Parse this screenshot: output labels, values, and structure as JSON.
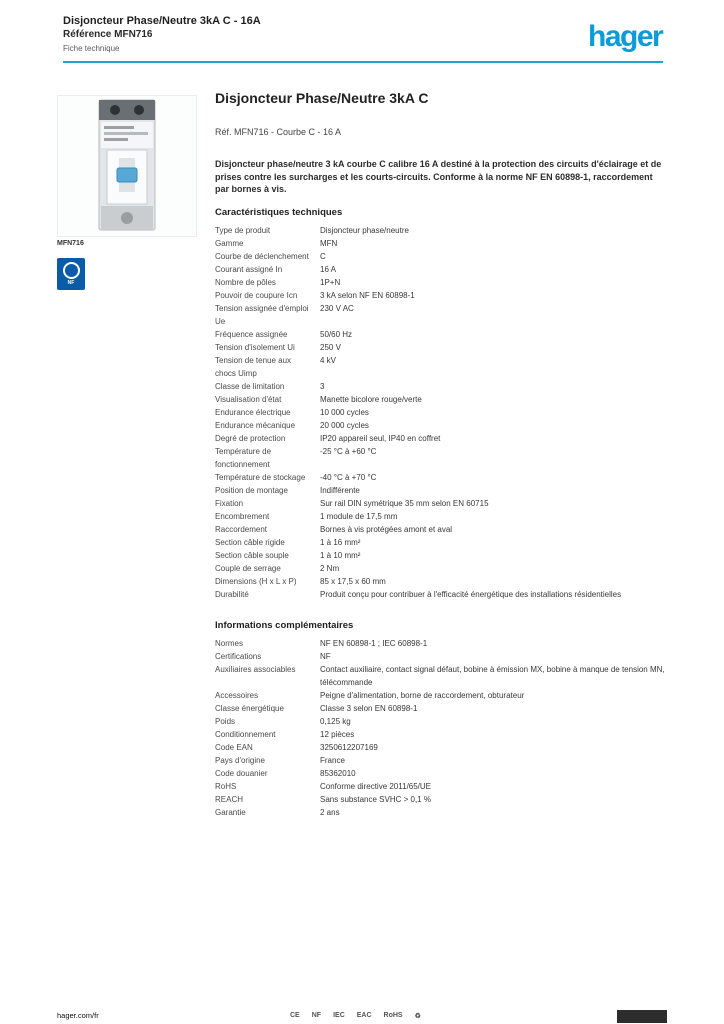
{
  "header": {
    "title_line1": "Disjoncteur Phase/Neutre 3kA C - 16A",
    "title_line2": "Référence MFN716",
    "title_line3": "Fiche technique",
    "logo_text": "hager",
    "brand_color": "#0b9bd7"
  },
  "left": {
    "image_caption": "MFN716",
    "nf_label": "NF"
  },
  "main": {
    "product_heading": "Disjoncteur Phase/Neutre 3kA C",
    "reference_line": "Réf. MFN716 - Courbe C - 16 A",
    "description": "Disjoncteur phase/neutre 3 kA courbe C calibre 16 A destiné à la protection des circuits d'éclairage et de prises contre les surcharges et les courts-circuits. Conforme à la norme NF EN 60898-1, raccordement par bornes à vis.",
    "section1": {
      "title": "Caractéristiques techniques",
      "rows": [
        {
          "label": "Type de produit",
          "value": "Disjoncteur phase/neutre"
        },
        {
          "label": "Gamme",
          "value": "MFN"
        },
        {
          "label": "Courbe de déclenchement",
          "value": "C"
        },
        {
          "label": "Courant assigné In",
          "value": "16 A"
        },
        {
          "label": "Nombre de pôles",
          "value": "1P+N"
        },
        {
          "label": "Pouvoir de coupure Icn",
          "value": "3 kA selon NF EN 60898-1"
        },
        {
          "label": "Tension assignée d'emploi Ue",
          "value": "230 V AC"
        },
        {
          "label": "Fréquence assignée",
          "value": "50/60 Hz"
        },
        {
          "label": "Tension d'isolement Ui",
          "value": "250 V"
        },
        {
          "label": "Tension de tenue aux chocs Uimp",
          "value": "4 kV"
        },
        {
          "label": "Classe de limitation",
          "value": "3"
        },
        {
          "label": "Visualisation d'état",
          "value": "Manette bicolore rouge/verte"
        },
        {
          "label": "Endurance électrique",
          "value": "10 000 cycles"
        },
        {
          "label": "Endurance mécanique",
          "value": "20 000 cycles"
        },
        {
          "label": "Degré de protection",
          "value": "IP20 appareil seul, IP40 en coffret"
        },
        {
          "label": "Température de fonctionnement",
          "value": "-25 °C à +60 °C"
        },
        {
          "label": "Température de stockage",
          "value": "-40 °C à +70 °C"
        },
        {
          "label": "Position de montage",
          "value": "Indifférente"
        },
        {
          "label": "Fixation",
          "value": "Sur rail DIN symétrique 35 mm selon EN 60715"
        },
        {
          "label": "Encombrement",
          "value": "1 module de 17,5 mm"
        },
        {
          "label": "Raccordement",
          "value": "Bornes à vis protégées amont et aval"
        },
        {
          "label": "Section câble rigide",
          "value": "1 à 16 mm²"
        },
        {
          "label": "Section câble souple",
          "value": "1 à 10 mm²"
        },
        {
          "label": "Couple de serrage",
          "value": "2 Nm"
        },
        {
          "label": "Dimensions (H x L x P)",
          "value": "85 x 17,5 x 60 mm"
        },
        {
          "label": "Durabilité",
          "value": "Produit conçu pour contribuer à l'efficacité énergétique des installations résidentielles"
        }
      ]
    },
    "section2": {
      "title": "Informations complémentaires",
      "rows": [
        {
          "label": "Normes",
          "value": "NF EN 60898-1 ; IEC 60898-1"
        },
        {
          "label": "Certifications",
          "value": "NF"
        },
        {
          "label": "Auxiliaires associables",
          "value": "Contact auxiliaire, contact signal défaut, bobine à émission MX, bobine à manque de tension MN, télécommande"
        },
        {
          "label": "Accessoires",
          "value": "Peigne d'alimentation, borne de raccordement, obturateur"
        },
        {
          "label": "Classe énergétique",
          "value": "Classe 3 selon EN 60898-1"
        },
        {
          "label": "Poids",
          "value": "0,125 kg"
        },
        {
          "label": "Conditionnement",
          "value": "12 pièces"
        },
        {
          "label": "Code EAN",
          "value": "3250612207169"
        },
        {
          "label": "Pays d'origine",
          "value": "France"
        },
        {
          "label": "Code douanier",
          "value": "85362010"
        },
        {
          "label": "RoHS",
          "value": "Conforme directive 2011/65/UE"
        },
        {
          "label": "REACH",
          "value": "Sans substance SVHC > 0,1 %"
        },
        {
          "label": "Garantie",
          "value": "2 ans"
        }
      ]
    }
  },
  "footer": {
    "url": "hager.com/fr",
    "marks": [
      "CE",
      "NF",
      "IEC",
      "EAC",
      "RoHS",
      "♻"
    ]
  }
}
